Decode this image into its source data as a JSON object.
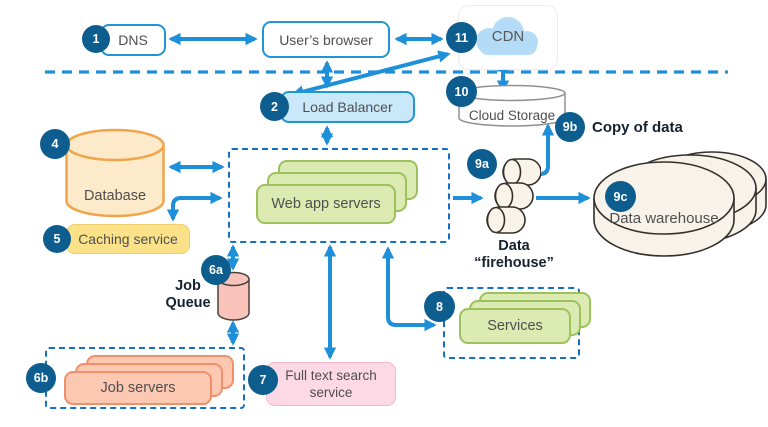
{
  "colors": {
    "arrow_blue": "#1e8fd9",
    "badge_blue": "#0d5d8f",
    "dashed_blue": "#1470c4",
    "box_border_blue": "#2196d6",
    "load_balancer_fill": "#c9e8fa",
    "green_fill": "#dcebb2",
    "green_border": "#9cc15d",
    "salmon_fill": "#fcc8b2",
    "salmon_border": "#f0906b",
    "database_fill": "#fdeacb",
    "database_border": "#f0a54a",
    "caching_fill": "#fbe289",
    "pink_fill": "#fcd9e4",
    "job_queue_fill": "#f9c3b9",
    "cream_fill": "#f8f4ea"
  },
  "nodes": {
    "dns": {
      "badge": "1",
      "label": "DNS"
    },
    "users_browser": {
      "label": "User’s browser"
    },
    "cdn": {
      "badge": "11",
      "label": "CDN"
    },
    "load_balancer": {
      "badge": "2",
      "label": "Load Balancer"
    },
    "cloud_storage": {
      "badge": "10",
      "label": "Cloud Storage"
    },
    "database": {
      "badge": "4",
      "label": "Database"
    },
    "caching_service": {
      "badge": "5",
      "label": "Caching service"
    },
    "web_app_servers": {
      "label": "Web app servers"
    },
    "job_queue": {
      "badge": "6a",
      "label": "Job Queue"
    },
    "job_servers": {
      "badge": "6b",
      "label": "Job servers"
    },
    "full_text_search": {
      "badge": "7",
      "label": "Full text search service"
    },
    "services": {
      "badge": "8",
      "label": "Services"
    },
    "data_firehose": {
      "badge": "9a",
      "label_line1": "Data",
      "label_line2": "“firehouse”"
    },
    "copy_of_data": {
      "badge": "9b",
      "label": "Copy of data"
    },
    "data_warehouse": {
      "badge": "9c",
      "label": "Data warehouse"
    }
  }
}
